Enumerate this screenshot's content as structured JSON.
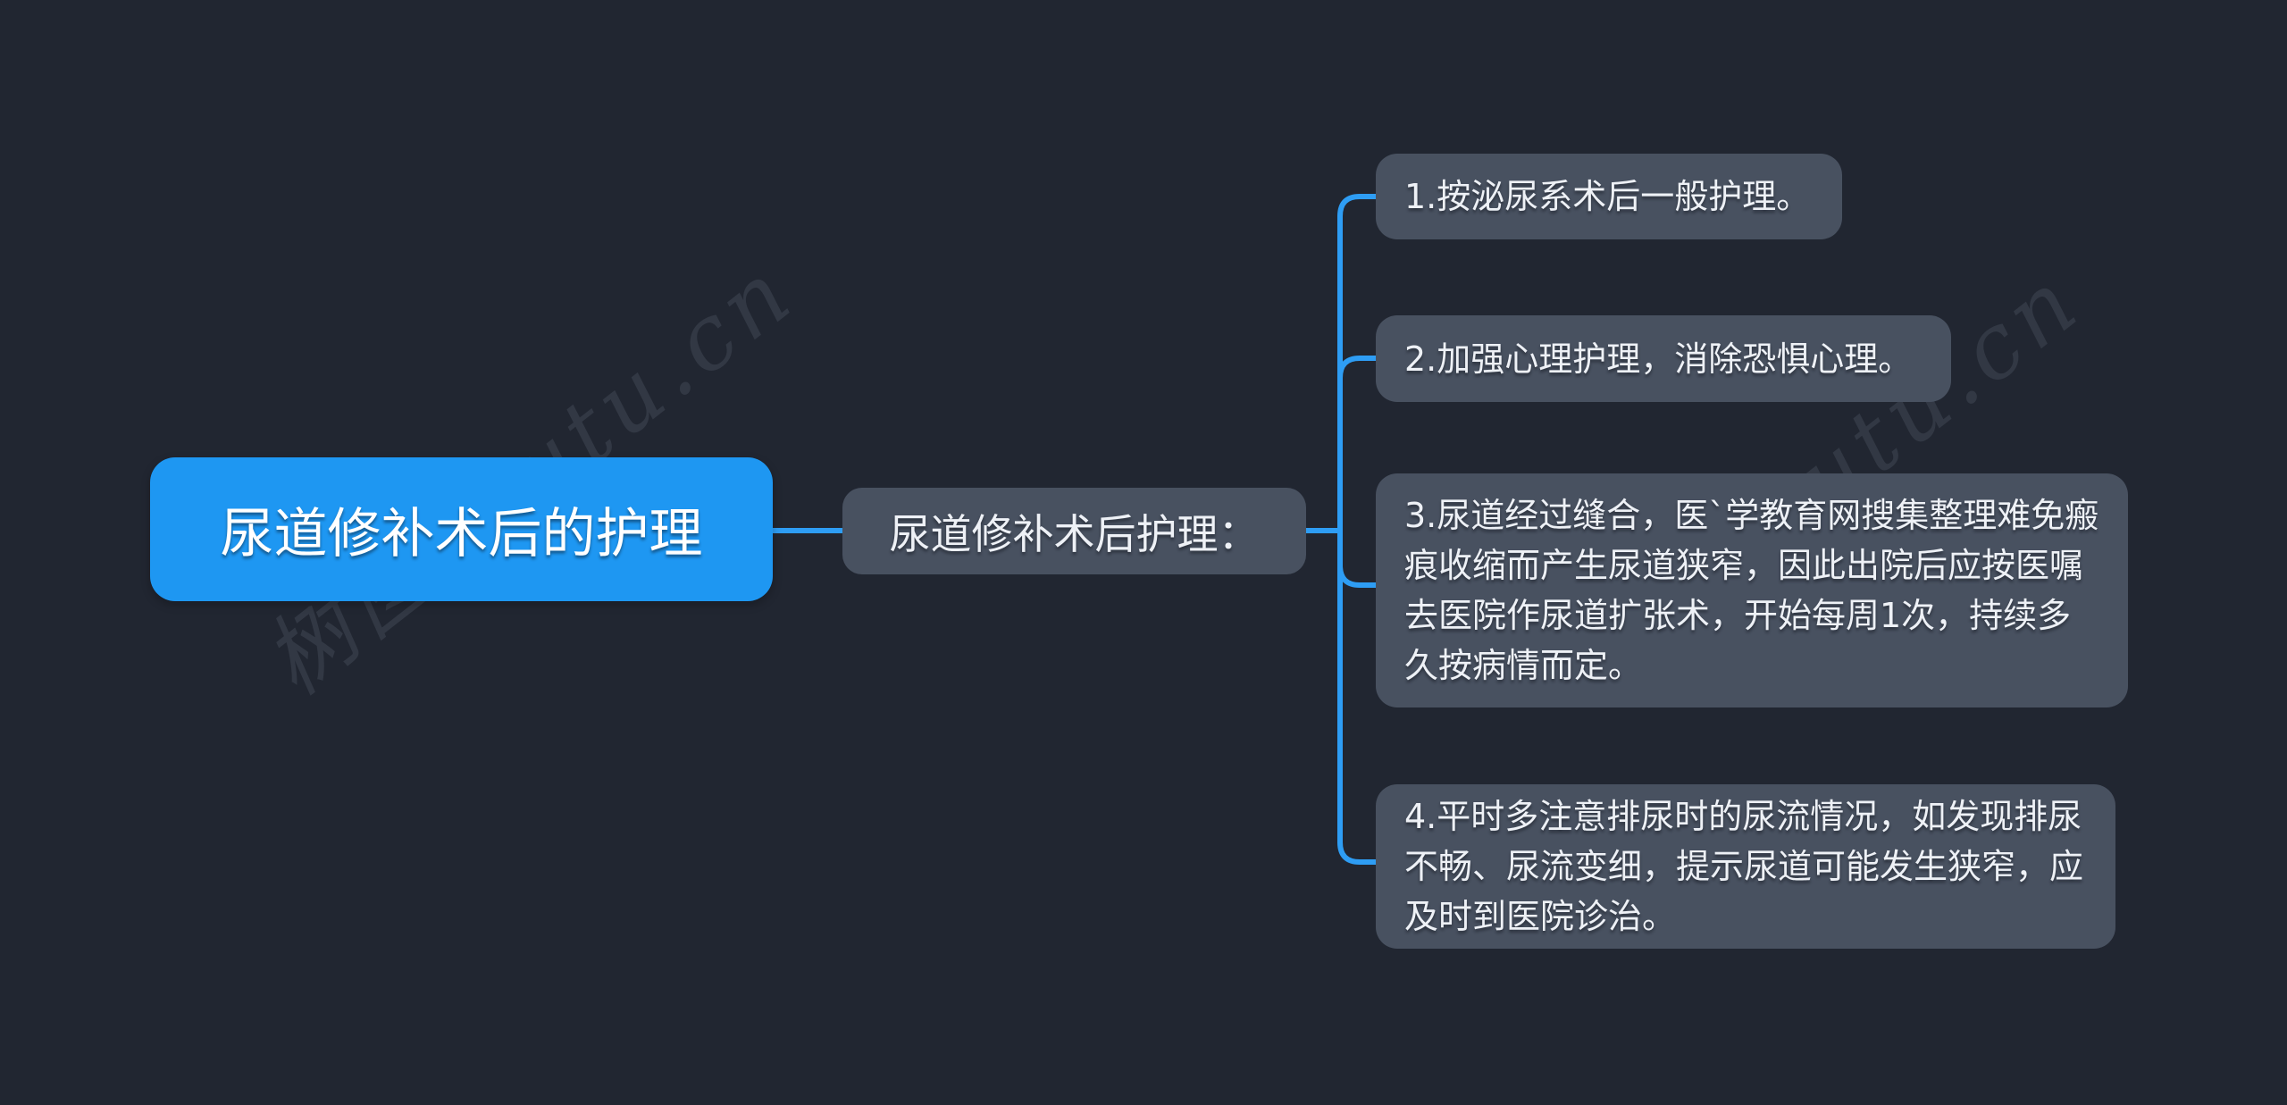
{
  "colors": {
    "canvas_bg": "#212631",
    "accent_blue": "#1e97f2",
    "connector_blue": "#2e9df4",
    "node_bg": "#485160",
    "node_text": "#eef1f6",
    "root_text": "#ffffff",
    "watermark": "rgba(176,188,208,0.12)"
  },
  "root": {
    "label": "尿道修补术后的护理"
  },
  "parent": {
    "label": "尿道修补术后护理："
  },
  "children": [
    {
      "label": "1.按泌尿系术后一般护理。"
    },
    {
      "label": "2.加强心理护理，消除恐惧心理。"
    },
    {
      "label": "3.尿道经过缝合，医`学教育网搜集整理难免瘢痕收缩而产生尿道狭窄，因此出院后应按医嘱去医院作尿道扩张术，开始每周1次，持续多久按病情而定。"
    },
    {
      "label": "4.平时多注意排尿时的尿流情况，如发现排尿不畅、尿流变细，提示尿道可能发生狭窄，应及时到医院诊治。"
    }
  ],
  "watermark": {
    "text": "树图shutu.cn"
  }
}
